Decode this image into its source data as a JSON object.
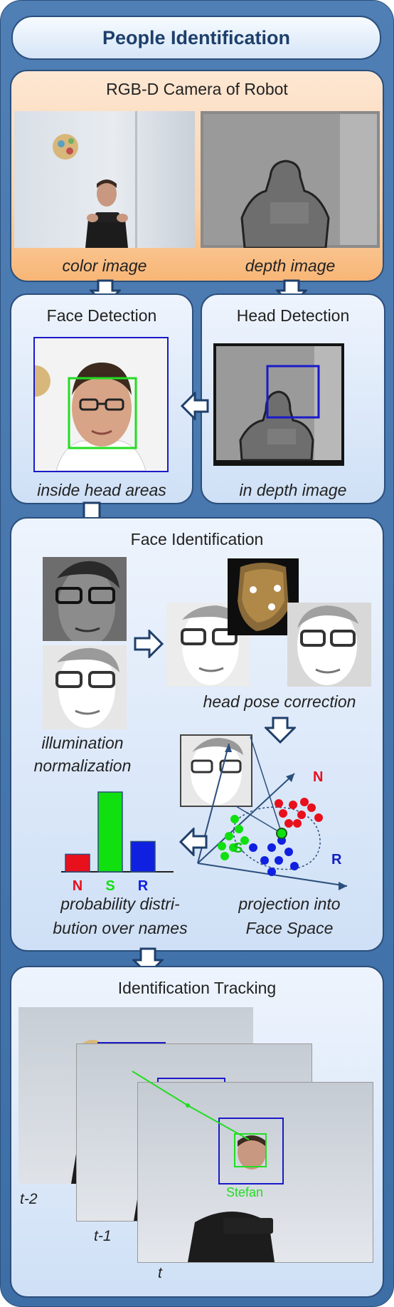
{
  "title": "People Identification",
  "camera": {
    "title": "RGB-D Camera of Robot",
    "color_label": "color image",
    "depth_label": "depth image"
  },
  "face_detection": {
    "title": "Face Detection",
    "caption": "inside head areas"
  },
  "head_detection": {
    "title": "Head Detection",
    "caption": "in depth image"
  },
  "face_identification": {
    "title": "Face Identification",
    "illumination_label_1": "illumination",
    "illumination_label_2": "normalization",
    "head_pose_label": "head pose correction",
    "projection_label_1": "projection into",
    "projection_label_2": "Face Space",
    "probability_label_1": "probability distri-",
    "probability_label_2": "bution over names",
    "space_labels": {
      "n": "N",
      "s": "S",
      "r": "R"
    }
  },
  "chart_data": {
    "type": "bar",
    "categories": [
      "N",
      "S",
      "R"
    ],
    "values": [
      0.22,
      1.0,
      0.38
    ],
    "colors": [
      "#e8101c",
      "#10e010",
      "#1020e0"
    ],
    "title": "",
    "xlabel": "",
    "ylabel": ""
  },
  "tracking": {
    "title": "Identification Tracking",
    "frames": [
      "t-2",
      "t-1",
      "t"
    ],
    "name_tag": "Stefan"
  },
  "colors": {
    "outer": "#3d6ea6",
    "title_text": "#1d3f6b",
    "detection_box_blue": "#1a1ac8",
    "detection_box_green": "#22dd22"
  }
}
